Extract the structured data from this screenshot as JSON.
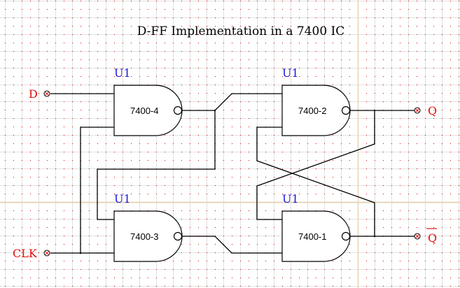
{
  "title": "D-FF Implementation in a 7400 IC",
  "colors": {
    "grid_line": "#e2e2e2",
    "grid_dot": "#dd0000",
    "page_border": "#e6d6b8",
    "wire": "#000000",
    "ref_label": "#1a1ae0",
    "port_label": "#e01010"
  },
  "gates": [
    {
      "id": "g4",
      "ref": "U1",
      "name": "7400-4",
      "type": "NAND"
    },
    {
      "id": "g2",
      "ref": "U1",
      "name": "7400-2",
      "type": "NAND"
    },
    {
      "id": "g3",
      "ref": "U1",
      "name": "7400-3",
      "type": "NAND"
    },
    {
      "id": "g1",
      "ref": "U1",
      "name": "7400-1",
      "type": "NAND"
    }
  ],
  "ports": {
    "d": {
      "label": "D",
      "direction": "input"
    },
    "clk": {
      "label": "CLK",
      "direction": "input"
    },
    "q": {
      "label": "Q",
      "direction": "output"
    },
    "qbar": {
      "label": "Q",
      "overbar": true,
      "direction": "output"
    }
  }
}
